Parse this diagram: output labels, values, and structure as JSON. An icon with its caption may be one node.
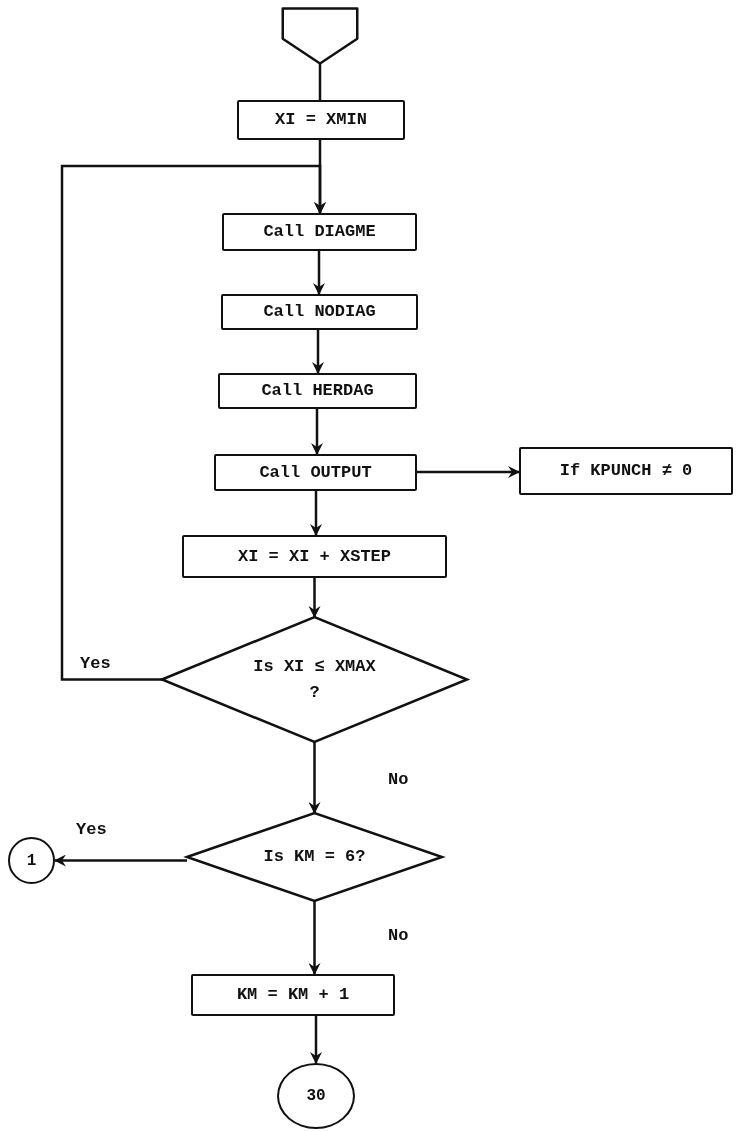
{
  "diagram": {
    "nodes": [
      {
        "text": [],
        "shape": "pentagon"
      },
      {
        "text": [
          "XI = XMIN"
        ]
      },
      {
        "text": [
          "Call DIAGME"
        ]
      },
      {
        "text": [
          "Call NODIAG"
        ]
      },
      {
        "text": [
          "Call HERDAG"
        ]
      },
      {
        "text": [
          "Call OUTPUT"
        ]
      },
      {
        "text": [
          "If KPUNCH ≠ 0"
        ]
      },
      {
        "text": [
          "XI = XI + XSTEP"
        ]
      },
      {
        "text": [
          "Is XI ≤ XMAX ?"
        ]
      },
      {
        "text": [
          "Is KM = 6?"
        ]
      },
      {
        "text": [
          "1"
        ]
      },
      {
        "text": [
          "KM = KM + 1"
        ]
      },
      {
        "text": [
          "30"
        ]
      }
    ],
    "edges": [
      {
        "from": 0,
        "to": 1,
        "arrow": "none"
      },
      {
        "from": 1,
        "to": 2,
        "arrow": "to"
      },
      {
        "from": 2,
        "to": 3,
        "arrow": "to"
      },
      {
        "from": 3,
        "to": 4,
        "arrow": "to"
      },
      {
        "from": 4,
        "to": 5,
        "arrow": "to"
      },
      {
        "from": 5,
        "to": 6,
        "arrow": "to"
      },
      {
        "from": 5,
        "to": 7,
        "arrow": "to"
      },
      {
        "from": 7,
        "to": 8,
        "arrow": "to"
      },
      {
        "from": 8,
        "to": 2,
        "arrow": "to",
        "label": "Yes"
      },
      {
        "from": 8,
        "to": 9,
        "arrow": "to",
        "label": "No"
      },
      {
        "from": 9,
        "to": 10,
        "arrow": "to",
        "label": "Yes"
      },
      {
        "from": 9,
        "to": 11,
        "arrow": "to",
        "label": "No"
      },
      {
        "from": 11,
        "to": 12,
        "arrow": "to"
      }
    ]
  }
}
